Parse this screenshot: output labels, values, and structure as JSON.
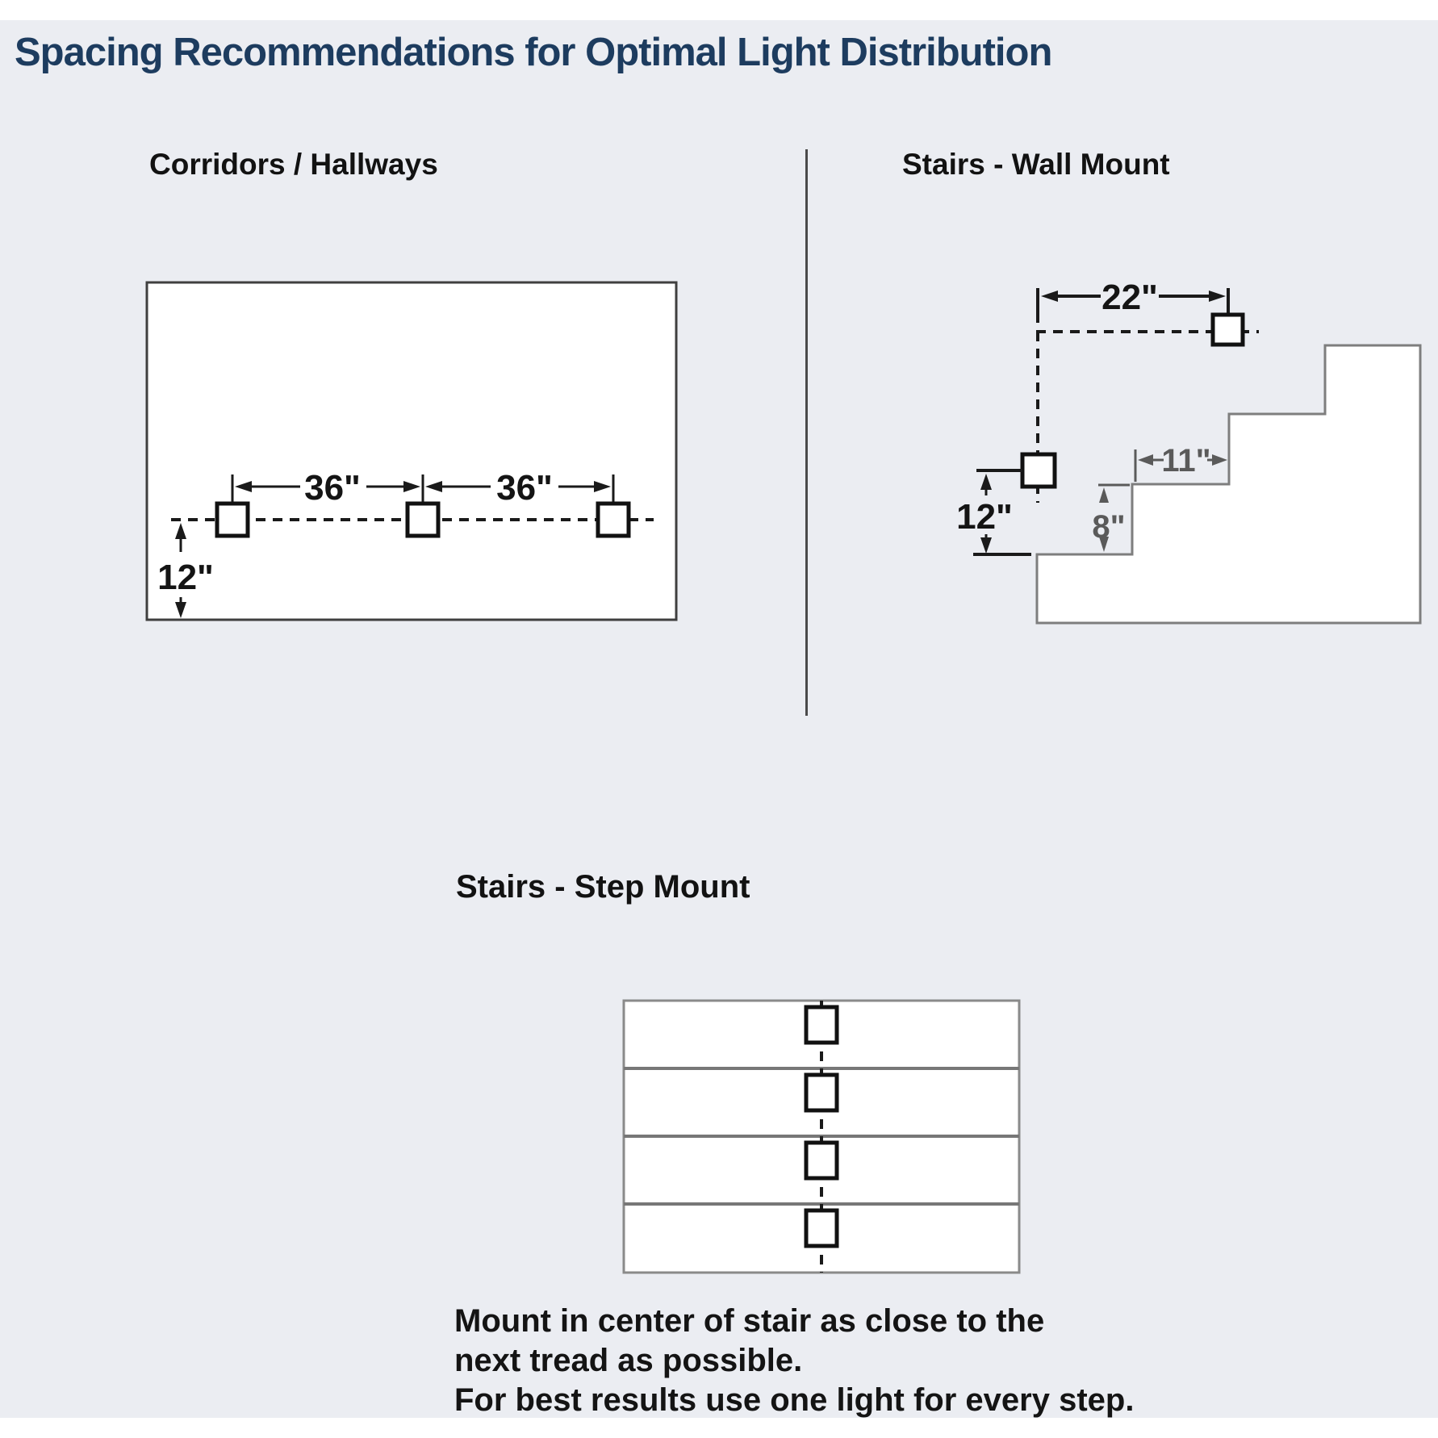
{
  "page": {
    "title": "Spacing Recommendations for Optimal Light Distribution",
    "background_color": "#ebedf2",
    "title_color": "#1d3c5f"
  },
  "corridors": {
    "title": "Corridors / Hallways",
    "spacing_dim_1": "36\"",
    "spacing_dim_2": "36\"",
    "wall_offset_dim": "12\""
  },
  "wall_mount": {
    "title": "Stairs - Wall Mount",
    "horizontal_spacing_dim": "22\"",
    "height_above_floor_dim": "12\"",
    "tread_depth_dim": "11\"",
    "riser_height_dim": "8\""
  },
  "step_mount": {
    "title": "Stairs - Step Mount",
    "notes": [
      "Mount in center of stair as close to the",
      "next tread as possible.",
      "For best results use one light for every step."
    ]
  }
}
